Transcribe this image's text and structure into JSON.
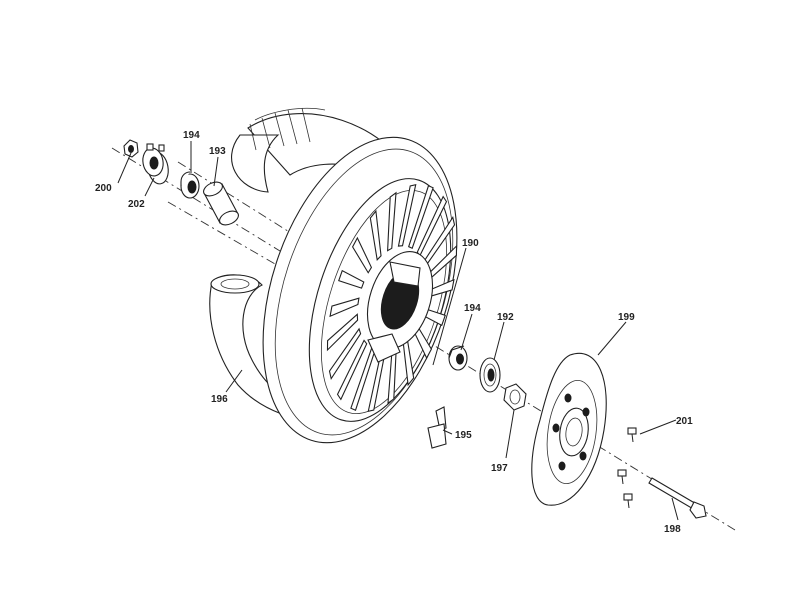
{
  "callouts": [
    {
      "id": "190",
      "text": "190"
    },
    {
      "id": "192",
      "text": "192"
    },
    {
      "id": "193",
      "text": "193"
    },
    {
      "id": "194a",
      "text": "194"
    },
    {
      "id": "194b",
      "text": "194"
    },
    {
      "id": "195",
      "text": "195"
    },
    {
      "id": "196",
      "text": "196"
    },
    {
      "id": "197",
      "text": "197"
    },
    {
      "id": "198",
      "text": "198"
    },
    {
      "id": "199",
      "text": "199"
    },
    {
      "id": "200",
      "text": "200"
    },
    {
      "id": "201",
      "text": "201"
    },
    {
      "id": "202",
      "text": "202"
    }
  ],
  "colors": {
    "line": "#222222",
    "background": "#ffffff"
  }
}
